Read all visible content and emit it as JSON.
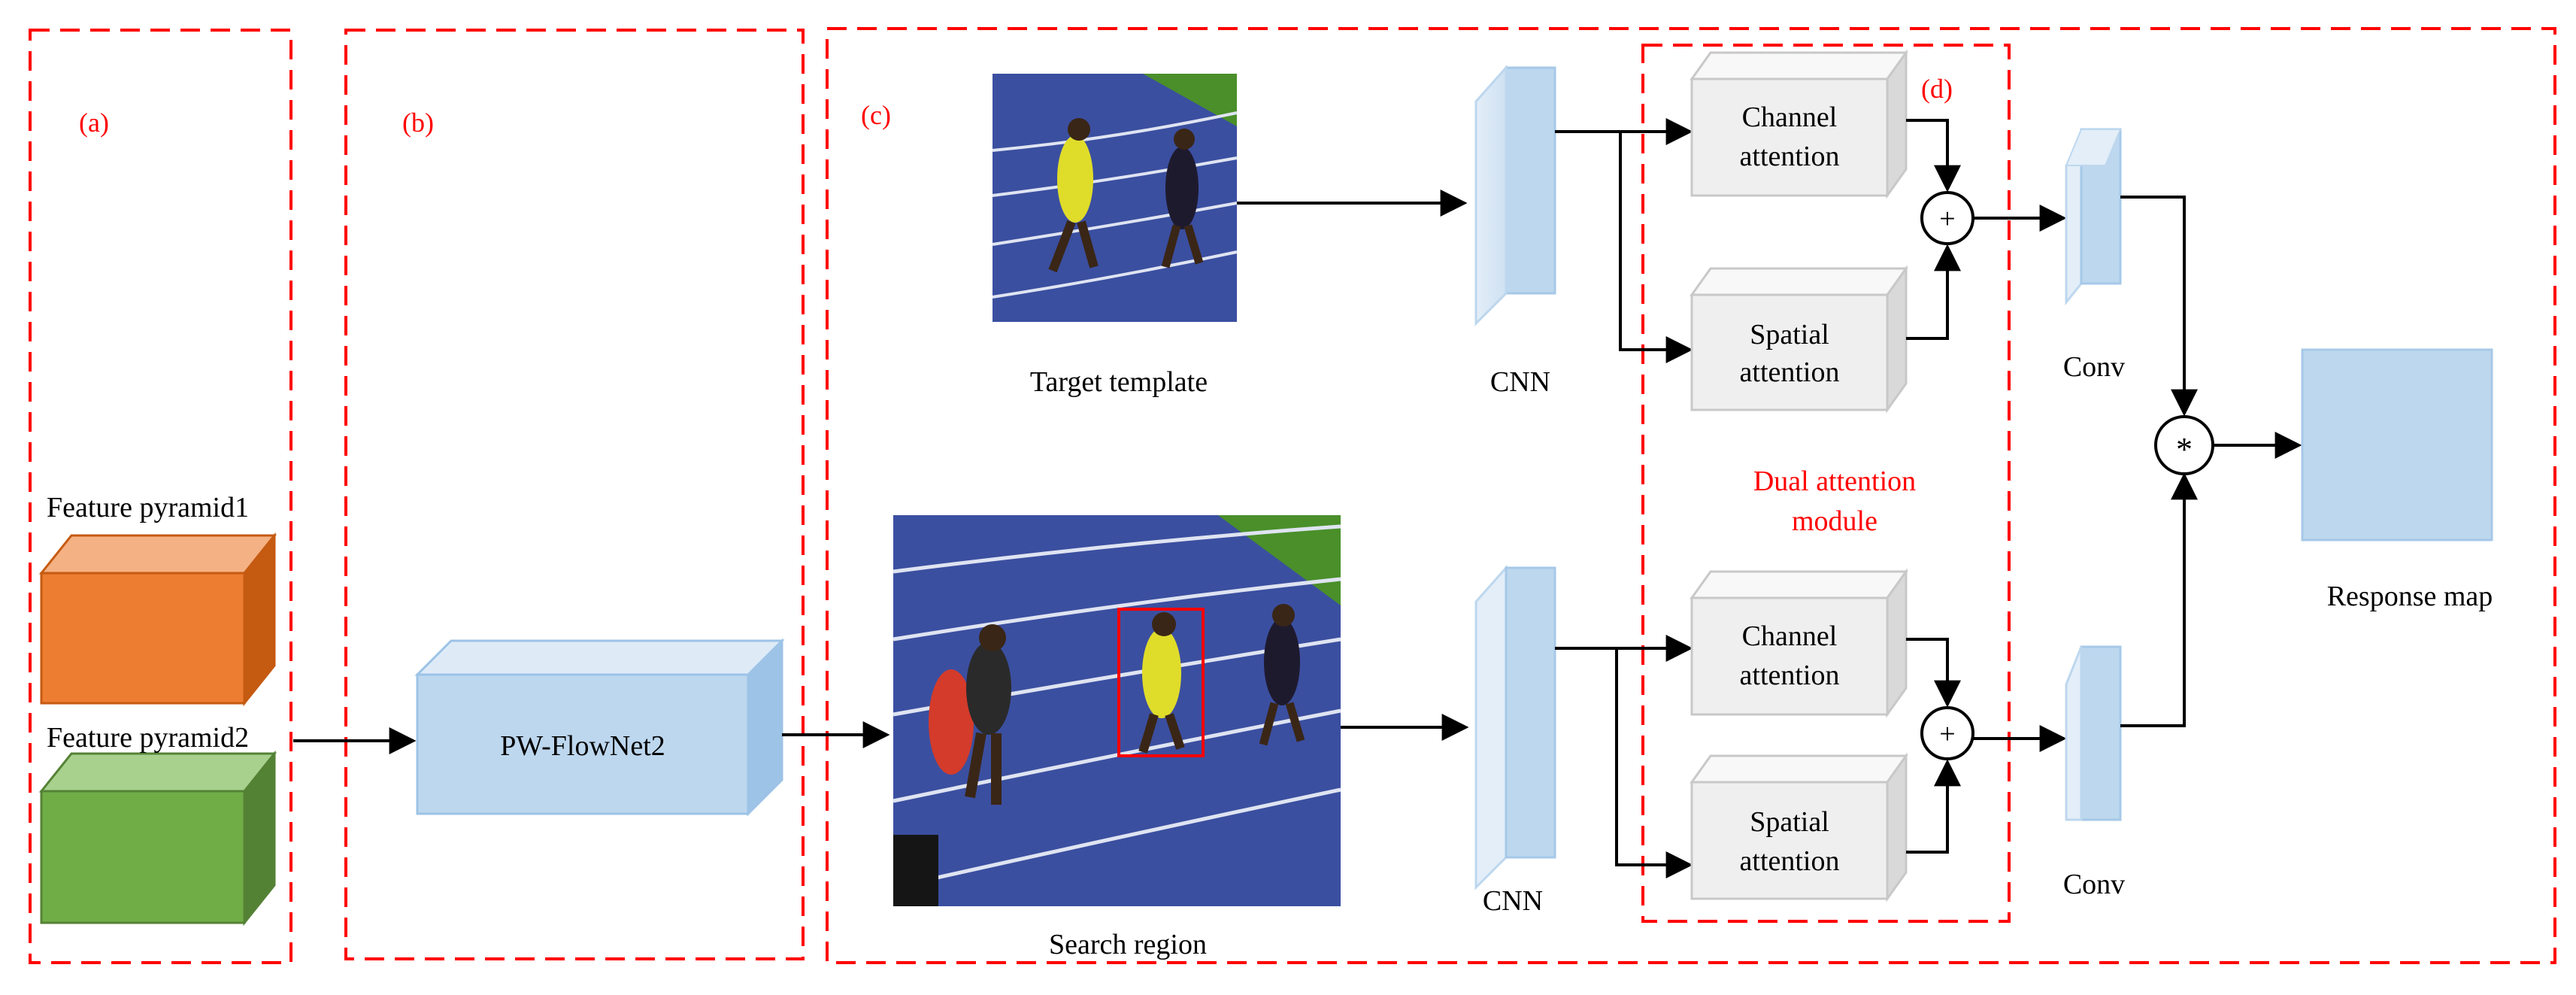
{
  "panels": {
    "a": {
      "tag": "(a)"
    },
    "b": {
      "tag": "(b)"
    },
    "c": {
      "tag": "(c)"
    },
    "d": {
      "tag": "(d)"
    }
  },
  "feature_pyramid1": {
    "label": "Feature pyramid1",
    "color": "#ed7d31"
  },
  "feature_pyramid2": {
    "label": "Feature pyramid2",
    "color": "#70ad47"
  },
  "flownet": {
    "label": "PW-FlowNet2",
    "color": "#bdd7ee"
  },
  "target_template": {
    "caption": "Target template"
  },
  "search_region": {
    "caption": "Search region"
  },
  "cnn_top": {
    "label": "CNN"
  },
  "cnn_bottom": {
    "label": "CNN"
  },
  "attention_top": {
    "channel": {
      "line1": "Channel",
      "line2": "attention"
    },
    "spatial": {
      "line1": "Spatial",
      "line2": "attention"
    }
  },
  "attention_bottom": {
    "channel": {
      "line1": "Channel",
      "line2": "attention"
    },
    "spatial": {
      "line1": "Spatial",
      "line2": "attention"
    }
  },
  "dual_attention": {
    "line1": "Dual attention",
    "line2": "module"
  },
  "conv_top": {
    "label": "Conv"
  },
  "conv_bottom": {
    "label": "Conv"
  },
  "sum_symbol": "+",
  "corr_symbol": "*",
  "response_map": {
    "label": "Response map"
  },
  "colors": {
    "dashed_border": "#ff0000",
    "block_blue": "#bdd7ee",
    "block_gray": "#f2f2f2",
    "track_blue": "#3b4fa0",
    "grass_green": "#4a8f2a"
  }
}
